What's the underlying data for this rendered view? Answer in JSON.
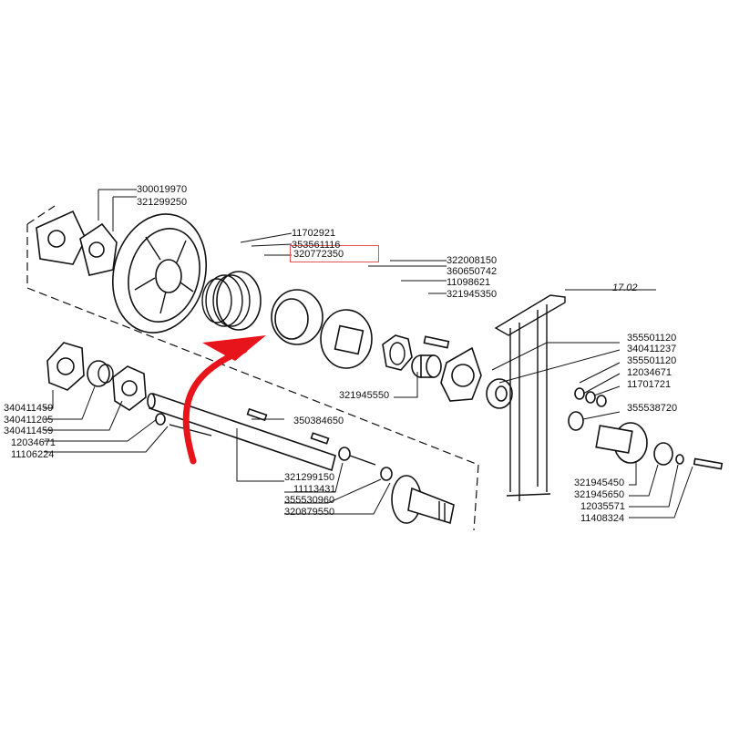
{
  "part_numbers": {
    "p300019970": "300019970",
    "p321299250": "321299250",
    "p11702921": "11702921",
    "p353561116": "353561116",
    "p320772350": "320772350",
    "p322008150": "322008150",
    "p360650742": "360650742",
    "p11098621": "11098621",
    "p321945350": "321945350",
    "p355501120a": "355501120",
    "p340411237": "340411237",
    "p355501120b": "355501120",
    "p12034671a": "12034671",
    "p11701721": "11701721",
    "p355538720": "355538720",
    "p321945550": "321945550",
    "p350384650": "350384650",
    "p340411459a": "340411459",
    "p340411205": "340411205",
    "p340411459b": "340411459",
    "p12034671b": "12034671",
    "p11106224": "11106224",
    "p321299150": "321299150",
    "p11113431": "11113431",
    "p355530960": "355530960",
    "p320879550": "320879550",
    "p321945450": "321945450",
    "p321945650": "321945650",
    "p12035571": "12035571",
    "p11408324": "11408324"
  },
  "frame_ref": "17.02",
  "highlight": {
    "part": "320772350",
    "box_color": "#e05555",
    "arrow_color": "#e8141c"
  }
}
